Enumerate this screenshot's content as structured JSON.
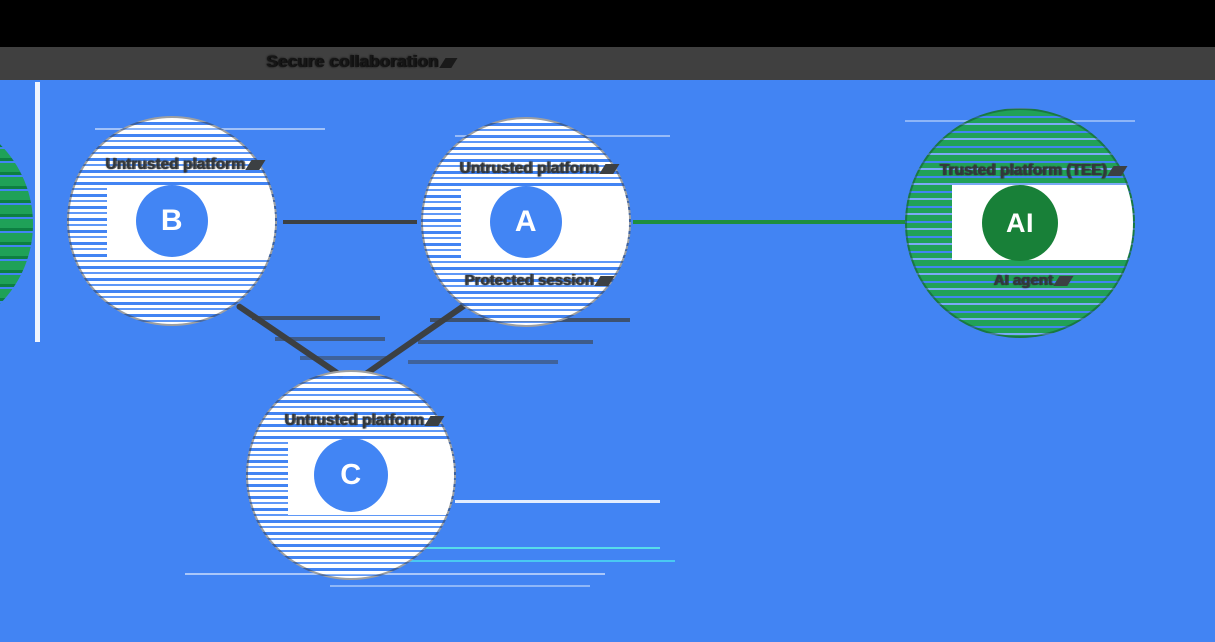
{
  "title": "Secure collaboration",
  "nodes": {
    "b": {
      "letter": "B",
      "label": "Untrusted platform"
    },
    "a": {
      "letter": "A",
      "label": "Untrusted platform",
      "sublabel": "Protected session"
    },
    "c": {
      "letter": "C",
      "label": "Untrusted platform"
    },
    "ai": {
      "letter": "AI",
      "label": "Trusted platform (TEE)",
      "sublabel": "AI agent"
    }
  },
  "colors": {
    "background": "#4284f3",
    "party": "#4285f4",
    "trusted_outer": "#21a158",
    "trusted_inner": "#188038",
    "secure_link": "#1e8e3e",
    "plain_link": "#3c4043",
    "top_band": "#404040",
    "top_band_upper": "#000000",
    "label_ink": "#33373b"
  }
}
